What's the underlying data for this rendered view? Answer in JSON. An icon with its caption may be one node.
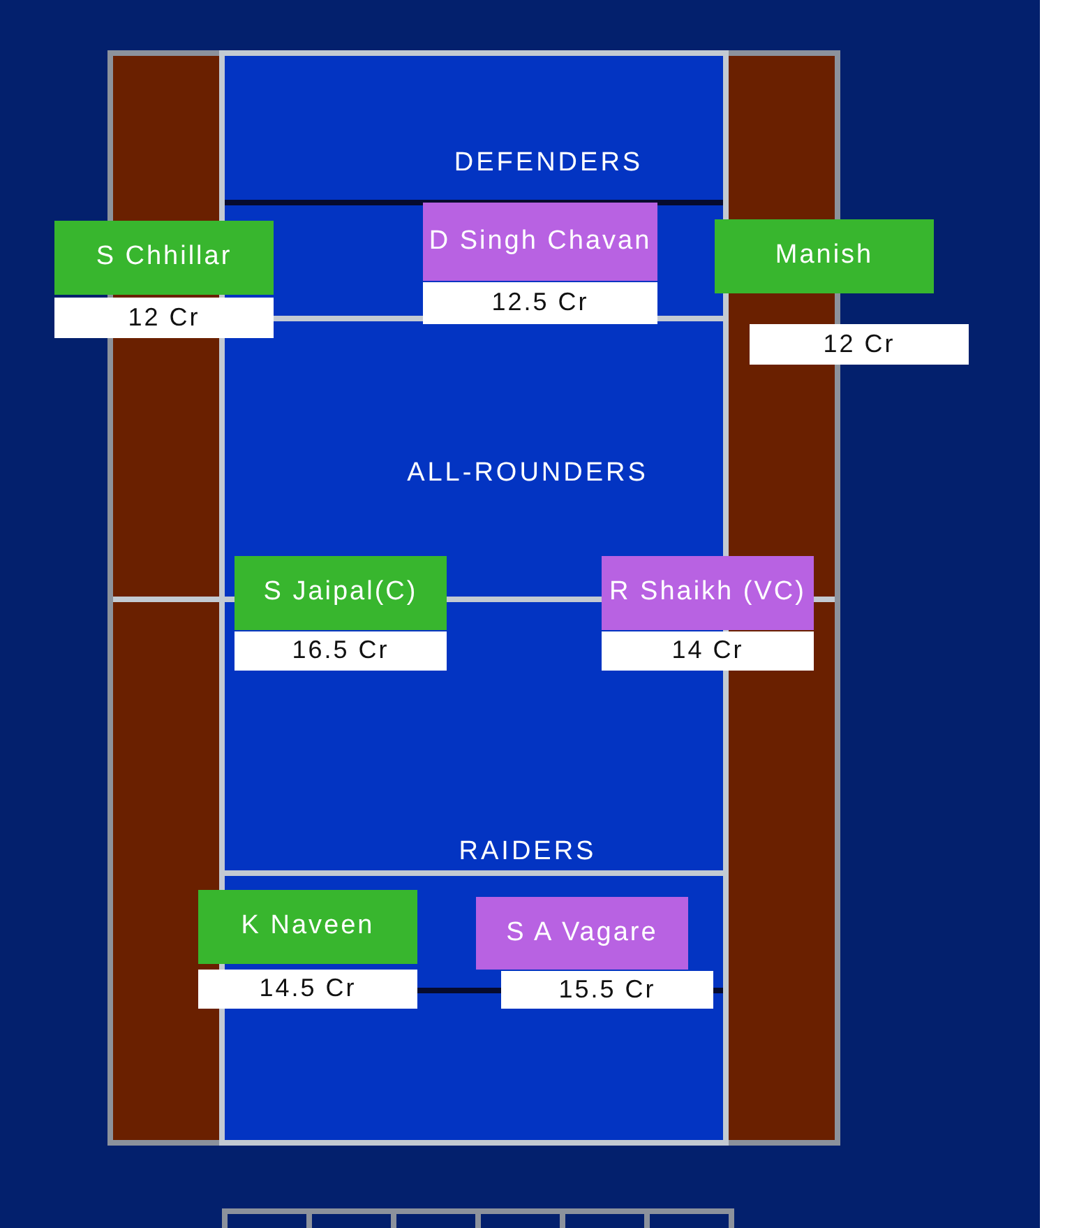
{
  "diagram": {
    "nodes": [
      {
        "text": [
          "S Chhillar"
        ]
      },
      {
        "text": [
          "D Singh Chavan"
        ]
      },
      {
        "text": [
          "Manish"
        ]
      },
      {
        "text": [
          "12 Cr"
        ]
      },
      {
        "text": [
          "12.5 Cr"
        ]
      },
      {
        "text": [
          "12 Cr"
        ]
      },
      {
        "text": [
          "S Jaipal(C)"
        ]
      },
      {
        "text": [
          "R Shaikh (VC)"
        ]
      },
      {
        "text": [
          "16.5 Cr"
        ]
      },
      {
        "text": [
          "14 Cr"
        ]
      },
      {
        "text": [
          "K Naveen"
        ]
      },
      {
        "text": [
          "S A Vagare"
        ]
      },
      {
        "text": [
          "14.5 Cr"
        ]
      },
      {
        "text": [
          "15.5 Cr"
        ]
      }
    ],
    "labels": [
      "DEFENDERS",
      "ALL-ROUNDERS",
      "RAIDERS"
    ]
  }
}
